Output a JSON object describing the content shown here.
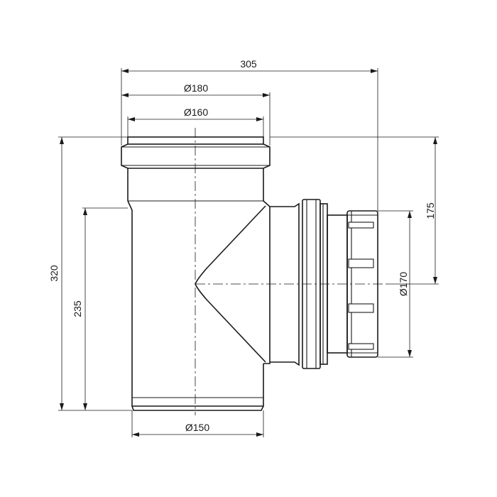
{
  "dimensions": {
    "overall_width": "305",
    "socket_outer_diameter": "Ø180",
    "socket_inner_diameter": "Ø160",
    "overall_height": "320",
    "branch_center_height": "175",
    "branch_center_from_bottom": "235",
    "branch_cap_diameter": "Ø170",
    "spigot_diameter": "Ø150"
  }
}
